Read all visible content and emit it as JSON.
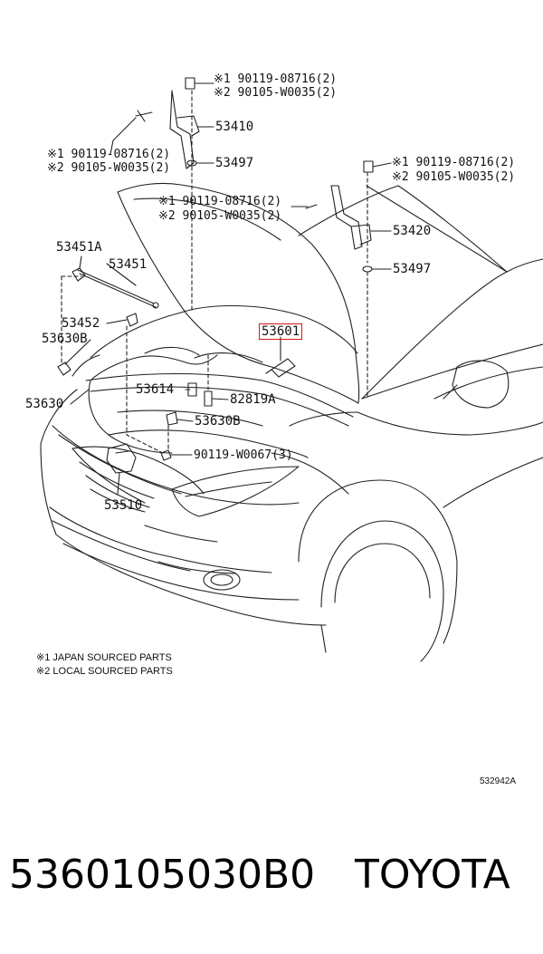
{
  "diagram": {
    "labels": {
      "top_hinge_fastener_1": "※1 90119-08716(2)",
      "top_hinge_fastener_2": "※2 90105-W0035(2)",
      "hinge_lh": "53410",
      "cushion_lh": "53497",
      "left_fastener_1": "※1 90119-08716(2)",
      "left_fastener_2": "※2 90105-W0035(2)",
      "mid_fastener_1": "※1 90119-08716(2)",
      "mid_fastener_2": "※2 90105-W0035(2)",
      "right_fastener_1": "※1 90119-08716(2)",
      "right_fastener_2": "※2 90105-W0035(2)",
      "hinge_rh": "53420",
      "cushion_rh": "53497",
      "support_rod_holder": "53451A",
      "support_rod": "53451",
      "rod_clamp": "53452",
      "clip_b_left": "53630B",
      "release_cable": "53630",
      "lock_release_lever": "53601",
      "hood_cushion": "53614",
      "lever_bracket": "82819A",
      "clip_b_center": "53630B",
      "screw": "90119-W0067(3)",
      "hood_lock": "53510"
    },
    "notes": [
      "※1 JAPAN SOURCED PARTS",
      "※2 LOCAL SOURCED PARTS"
    ],
    "illustration_code": "532942A",
    "highlight_color": "#d81818"
  },
  "footer": {
    "part_number": "5360105030B0",
    "brand": "TOYOTA"
  }
}
